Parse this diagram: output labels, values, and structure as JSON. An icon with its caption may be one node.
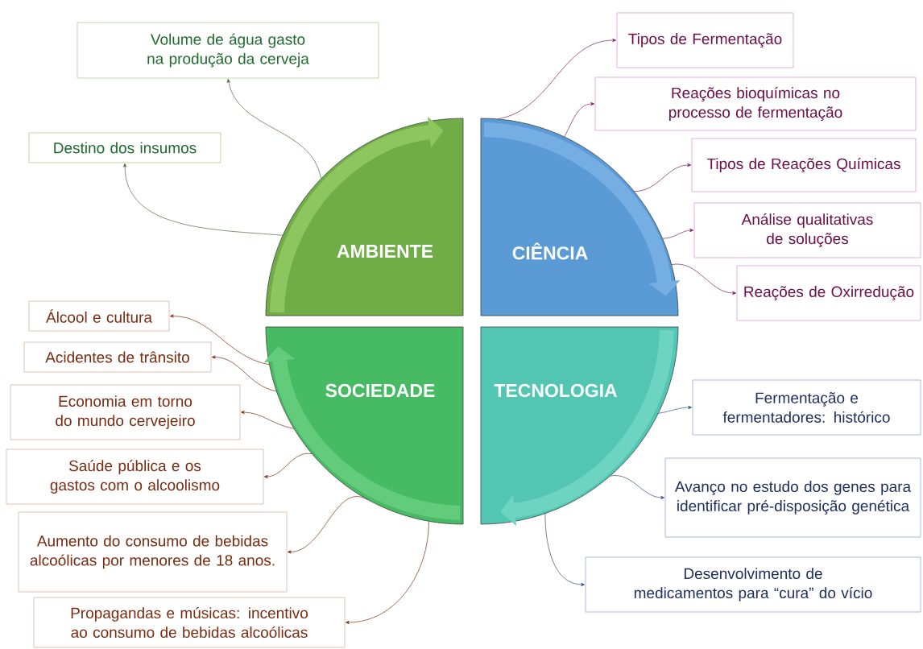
{
  "diagram": {
    "nodes": [
      {
        "text": [
          "AMBIENTE"
        ]
      },
      {
        "text": [
          "CIÊNCIA"
        ]
      },
      {
        "text": [
          "SOCIEDADE"
        ]
      },
      {
        "text": [
          "TECNOLOGIA"
        ]
      },
      {
        "text": [
          "Volume de água gasto na produção da cerveja"
        ]
      },
      {
        "text": [
          "Destino dos insumos"
        ]
      },
      {
        "text": [
          "Tipos de Fermentação"
        ]
      },
      {
        "text": [
          "Reações bioquímicas no processo de fermentação"
        ]
      },
      {
        "text": [
          "Tipos de Reações Químicas"
        ]
      },
      {
        "text": [
          "Análise qualitativas de soluções"
        ]
      },
      {
        "text": [
          "Reações de Oxirredução"
        ]
      },
      {
        "text": [
          "Álcool e cultura"
        ]
      },
      {
        "text": [
          "Acidentes de trânsito"
        ]
      },
      {
        "text": [
          "Economia em torno do mundo cervejeiro"
        ]
      },
      {
        "text": [
          "Saúde pública e os gastos com o alcoolismo"
        ]
      },
      {
        "text": [
          "Aumento do consumo de bebidas alcoólicas por menores de 18 anos."
        ]
      },
      {
        "text": [
          "Propagandas e músicas: incentivo ao consumo de bebidas alcoólicas"
        ]
      },
      {
        "text": [
          "Fermentação e fermentadores: histórico"
        ]
      },
      {
        "text": [
          "Avanço no estudo dos genes para identificar pré-disposição genética"
        ]
      },
      {
        "text": [
          "Desenvolvimento de medicamentos para “cura” do vício"
        ]
      }
    ],
    "edges": [
      {
        "from": 0,
        "to": 4,
        "arrow": "to",
        "color": "#4a6b3c"
      },
      {
        "from": 0,
        "to": 5,
        "arrow": "to",
        "color": "#4a6b3c"
      },
      {
        "from": 1,
        "to": 6,
        "arrow": "to",
        "color": "#7a1f5c"
      },
      {
        "from": 1,
        "to": 7,
        "arrow": "to",
        "color": "#7a1f5c"
      },
      {
        "from": 1,
        "to": 8,
        "arrow": "to",
        "color": "#7a1f5c"
      },
      {
        "from": 1,
        "to": 9,
        "arrow": "to",
        "color": "#7a1f5c"
      },
      {
        "from": 1,
        "to": 10,
        "arrow": "to",
        "color": "#7a1f5c"
      },
      {
        "from": 2,
        "to": 11,
        "arrow": "to"
      },
      {
        "from": 2,
        "to": 12,
        "arrow": "to"
      },
      {
        "from": 2,
        "to": 13,
        "arrow": "to"
      },
      {
        "from": 2,
        "to": 14,
        "arrow": "to"
      },
      {
        "from": 2,
        "to": 15,
        "arrow": "to"
      },
      {
        "from": 2,
        "to": 16,
        "arrow": "to"
      },
      {
        "from": 3,
        "to": 17,
        "arrow": "to",
        "color": "#2f4f7f"
      },
      {
        "from": 3,
        "to": 18,
        "arrow": "to",
        "color": "#2f4f7f"
      },
      {
        "from": 3,
        "to": 19,
        "arrow": "to",
        "color": "#2f4f7f"
      }
    ]
  }
}
